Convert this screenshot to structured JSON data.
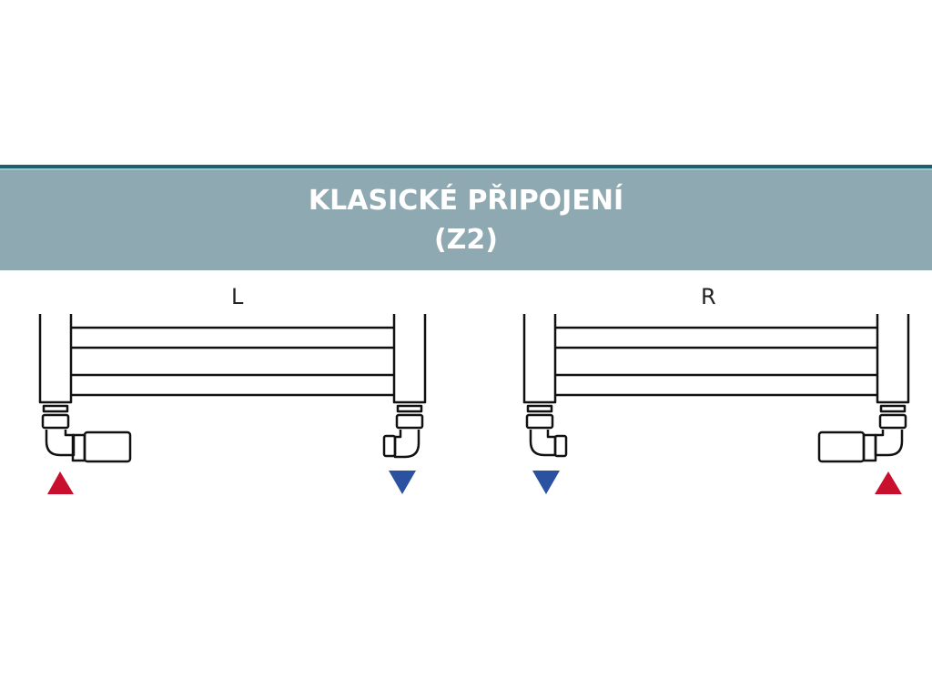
{
  "header": {
    "title_line1": "KLASICKÉ PŘIPOJENÍ",
    "title_line2": "(Z2)",
    "band_color": "#8fa9b3",
    "accent_color": "#1c5f6e"
  },
  "diagrams": [
    {
      "label": "L",
      "inlet_side": "left",
      "inlet_icon": "red-up-triangle",
      "outlet_icon": "blue-down-triangle"
    },
    {
      "label": "R",
      "inlet_side": "right",
      "inlet_icon": "red-up-triangle",
      "outlet_icon": "blue-down-triangle"
    }
  ],
  "colors": {
    "supply": "#c8102e",
    "return": "#2a52a0",
    "stroke": "#111111"
  }
}
